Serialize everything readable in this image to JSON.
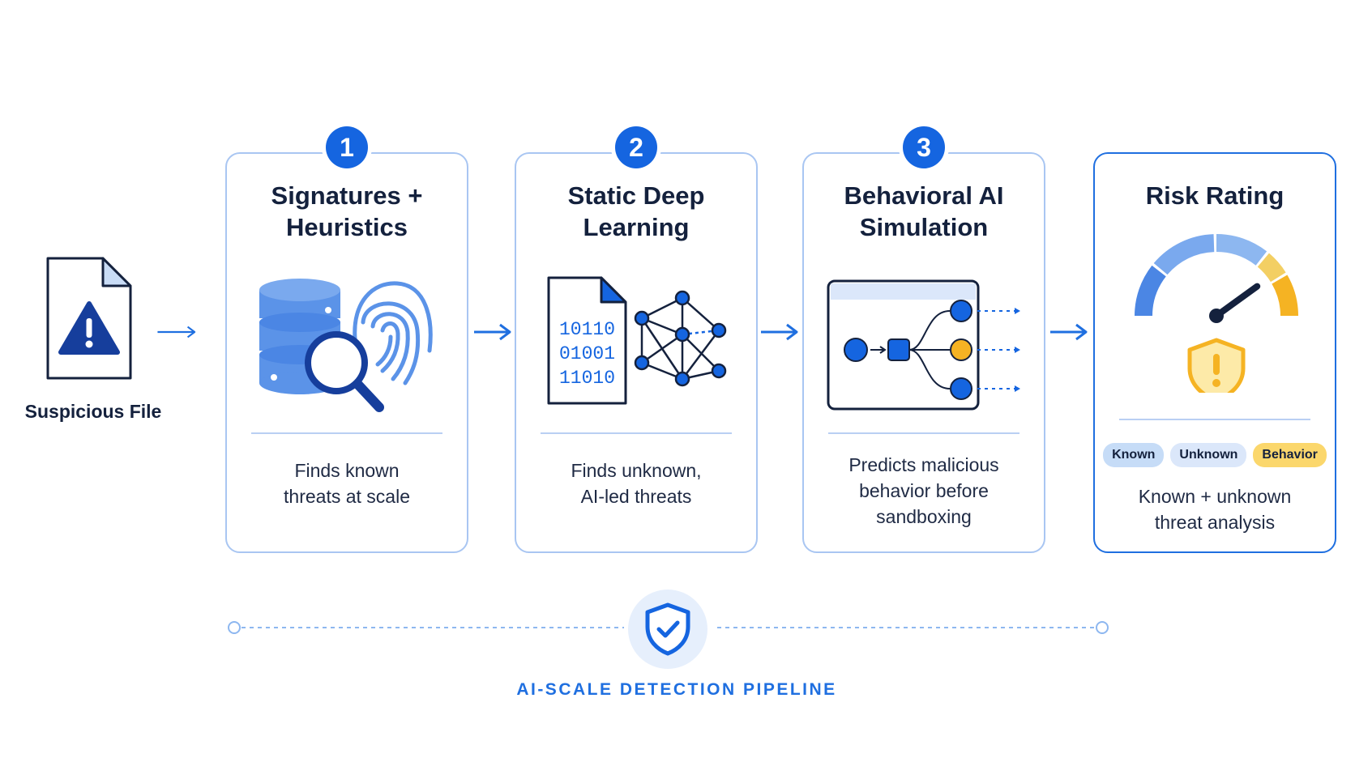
{
  "input": {
    "label": "Suspicious File"
  },
  "stages": [
    {
      "number": "1",
      "title_line1": "Signatures +",
      "title_line2": "Heuristics",
      "desc_line1": "Finds known",
      "desc_line2": "threats at scale",
      "illustration": [
        "database-icon",
        "fingerprint-icon",
        "magnifier-icon"
      ]
    },
    {
      "number": "2",
      "title_line1": "Static Deep",
      "title_line2": "Learning",
      "desc_line1": "Finds unknown,",
      "desc_line2": "AI-led threats",
      "binary": [
        "10110",
        "01001",
        "11010"
      ],
      "illustration": [
        "binary-document-icon",
        "neural-network-icon"
      ]
    },
    {
      "number": "3",
      "title_line1": "Behavioral AI",
      "title_line2": "Simulation",
      "desc_line1": "Predicts malicious",
      "desc_line2": "behavior before",
      "desc_line3": "sandboxing",
      "illustration": [
        "simulation-window-icon"
      ]
    }
  ],
  "result": {
    "title": "Risk Rating",
    "gauge_level": 0.8,
    "pills": [
      {
        "label": "Known"
      },
      {
        "label": "Unknown"
      },
      {
        "label": "Behavior"
      }
    ],
    "desc_line1": "Known + unknown",
    "desc_line2": "threat analysis",
    "illustration": [
      "risk-gauge-icon",
      "warning-shield-icon"
    ]
  },
  "pipeline": {
    "label": "AI-SCALE DETECTION PIPELINE",
    "icon": "shield-check-icon"
  },
  "colors": {
    "primary": "#1565e0",
    "light_blue": "#5b93e8",
    "pale_blue": "#a9c6f2",
    "accent_yellow": "#f5b323",
    "navy": "#14213d"
  }
}
